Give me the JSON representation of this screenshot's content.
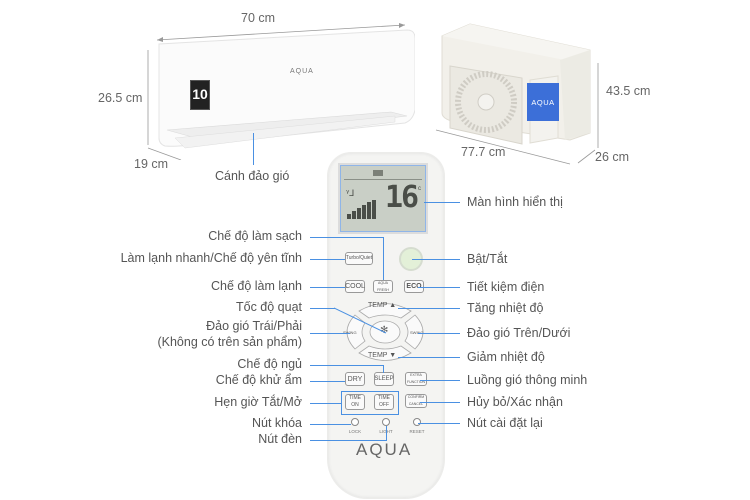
{
  "dimensions": {
    "indoor_width": "70 cm",
    "indoor_height": "26.5 cm",
    "indoor_depth": "19 cm",
    "outdoor_width": "77.7 cm",
    "outdoor_height": "43.5 cm",
    "outdoor_depth": "26 cm"
  },
  "indoor_unit": {
    "brand": "AQUA",
    "energy_badge": "10",
    "callout": "Cánh đảo gió"
  },
  "outdoor_unit": {
    "brand": "AQUA",
    "brand_color": "#3c6fd8"
  },
  "remote": {
    "brand": "AQUA",
    "display_temp": "16",
    "display_unit": "c",
    "buttons": {
      "turbo_quiet": "Turbo/Quiet",
      "aqua_fresh": "AQUA FRESH",
      "cool": "COOL",
      "eco": "ECO",
      "temp_up": "TEMP ▲",
      "temp_down": "TEMP ▼",
      "swing_lr": "SWING",
      "swing_ud": "SWING",
      "fan": "✻",
      "dry": "DRY",
      "sleep": "SLEEP",
      "extra_function": "EXTRA FUNCTION",
      "time_on": "TIME ON",
      "time_off": "TIME OFF",
      "confirm_cancel": "CONFIRM CANCEL",
      "lock": "LOCK",
      "light": "LIGHT",
      "reset": "RESET"
    }
  },
  "left_labels": [
    "Chế độ làm sạch",
    "Làm lạnh nhanh/Chế độ yên tĩnh",
    "Chế độ làm lạnh",
    "Tốc độ quạt",
    "Đảo gió Trái/Phải",
    "(Không có trên sản phẩm)",
    "Chế độ ngủ",
    "Chế độ khử ẩm",
    "Hẹn giờ Tắt/Mở",
    "Nút khóa",
    "Nút đèn"
  ],
  "right_labels": [
    "Màn hình hiển thị",
    "Bật/Tắt",
    "Tiết kiệm điện",
    "Tăng nhiệt độ",
    "Đảo gió Trên/Dưới",
    "Giảm nhiệt độ",
    "Luồng gió thông minh",
    "Hủy bỏ/Xác nhận",
    "Nút cài đặt lại"
  ],
  "colors": {
    "leader_line": "#4a90e2",
    "label_text": "#555555",
    "power_button": "#e3f0d8"
  }
}
